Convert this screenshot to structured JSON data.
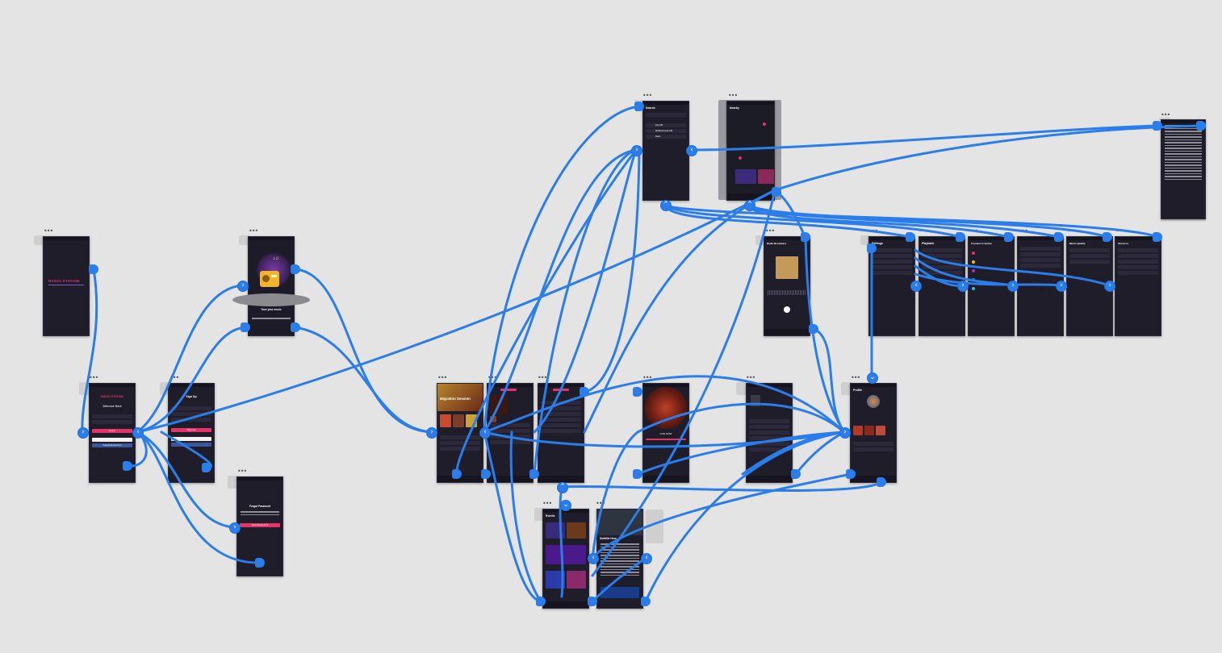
{
  "canvas": {
    "background": "#e4e4e4",
    "wire_color": "#2b7de9"
  },
  "screens": {
    "splash": {
      "title": "RADIO STATION"
    },
    "login": {
      "brand": "RADIO STATION",
      "welcome": "Welcome Back",
      "login_btn": "Log In",
      "facebook_btn": "Facebook Account"
    },
    "signup": {
      "title": "Sign Up",
      "signup_btn": "Sign Up"
    },
    "forgot": {
      "title": "Forgot Password",
      "reset_btn": "Send Reset Link"
    },
    "onboarding": {
      "title": "Tune your music"
    },
    "home": {
      "title": "Migration Session"
    },
    "search": {
      "title": "Search",
      "item_1": "Pop FM",
      "item_2": "Mediterranean FM",
      "item_3": "Rock"
    },
    "map": {
      "title": "Nearby"
    },
    "player": {
      "title": "Radio Broadcast"
    },
    "profile": {
      "title": "Profile"
    },
    "settings": {
      "title": "Settings"
    },
    "playback": {
      "title": "Playback"
    },
    "connect": {
      "title": "Connect to device"
    },
    "quality": {
      "title": "Music Quality"
    },
    "about": {
      "title": "About us"
    },
    "events": {
      "title": "Events"
    },
    "article": {
      "title": "Article",
      "headline": "Subtitle Here"
    },
    "live": {
      "title": "LIVE NOW"
    }
  }
}
